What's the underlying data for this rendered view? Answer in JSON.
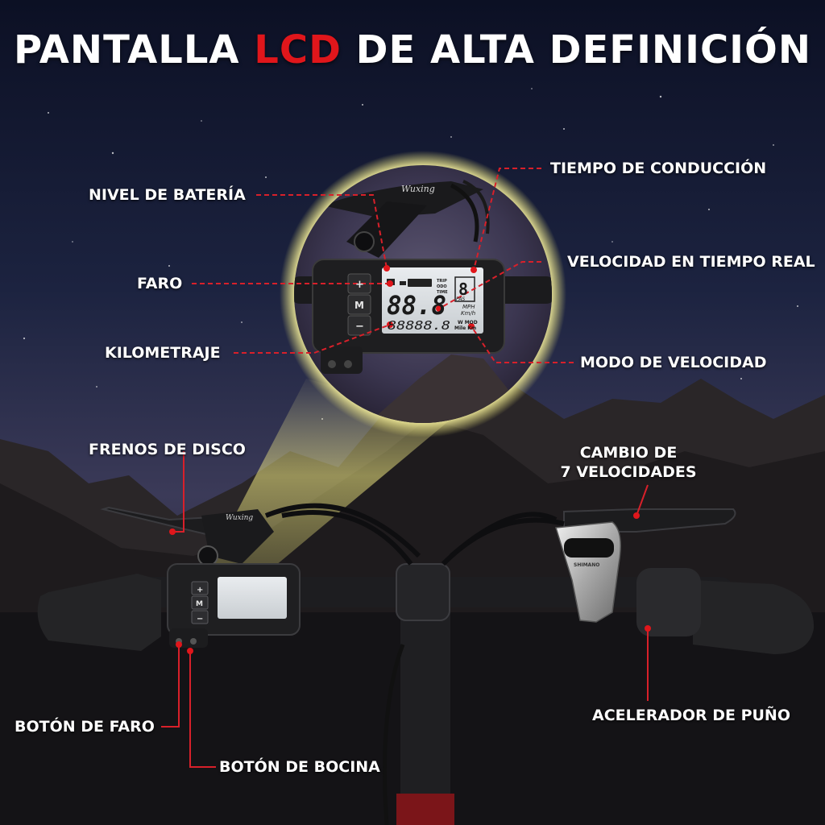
{
  "headline": {
    "part1": "PANTALLA ",
    "highlight": "LCD",
    "part2": " DE ALTA DEFINICIÓN"
  },
  "labels": {
    "battery": "NIVEL DE BATERÍA",
    "ride_time": "TIEMPO DE CONDUCCIÓN",
    "realtime_speed": "VELOCIDAD EN TIEMPO REAL",
    "headlight": "FARO",
    "odometer": "KILOMETRAJE",
    "speed_mode": "MODO DE VELOCIDAD",
    "disc_brakes": "FRENOS DE DISCO",
    "gear_shift_line1": "CAMBIO DE",
    "gear_shift_line2": "7 VELOCIDADES",
    "light_button": "BOTÓN DE FARO",
    "horn_button": "BOTÓN DE BOCINA",
    "throttle": "ACELERADOR DE PUÑO"
  },
  "display": {
    "brand": "Wuxing",
    "speed": "88.8",
    "pas_level": "8",
    "pas_label": "PAS",
    "odometer": "88888.8",
    "unit_speed_1": "MPH",
    "unit_speed_2": "Km/h",
    "unit_dist_1": "W MOD",
    "unit_dist_2": "Mile Km",
    "trip_1": "TRIP",
    "trip_2": "ODO",
    "trip_3": "TIME",
    "button_plus": "+",
    "button_m": "M",
    "button_minus": "−"
  },
  "shifter": {
    "brand": "SHIMANO"
  },
  "colors": {
    "accent_red": "#e0161b",
    "leader_line": "#d8202a",
    "lens_glow": "#f4eea0"
  }
}
